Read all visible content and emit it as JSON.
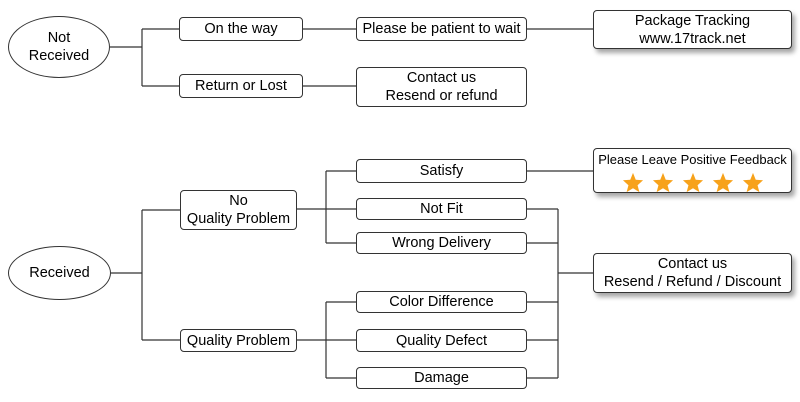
{
  "nodes": {
    "not_received": [
      "Not",
      "Received"
    ],
    "on_the_way": "On the way",
    "return_or_lost": "Return or Lost",
    "patient_wait": "Please be patient to wait",
    "package_tracking": [
      "Package Tracking",
      "www.17track.net"
    ],
    "contact_resend_refund": [
      "Contact us",
      "Resend or refund"
    ],
    "received": "Received",
    "no_quality_problem": [
      "No",
      "Quality Problem"
    ],
    "quality_problem": "Quality Problem",
    "satisfy": "Satisfy",
    "not_fit": "Not Fit",
    "wrong_delivery": "Wrong Delivery",
    "color_difference": "Color Difference",
    "quality_defect": "Quality Defect",
    "damage": "Damage",
    "feedback": "Please Leave Positive Feedback",
    "contact_discount": [
      "Contact us",
      "Resend / Refund / Discount"
    ]
  },
  "feedback_stars": 5,
  "colors": {
    "star": "#F7A21B",
    "line": "#333333",
    "border": "#333333"
  }
}
